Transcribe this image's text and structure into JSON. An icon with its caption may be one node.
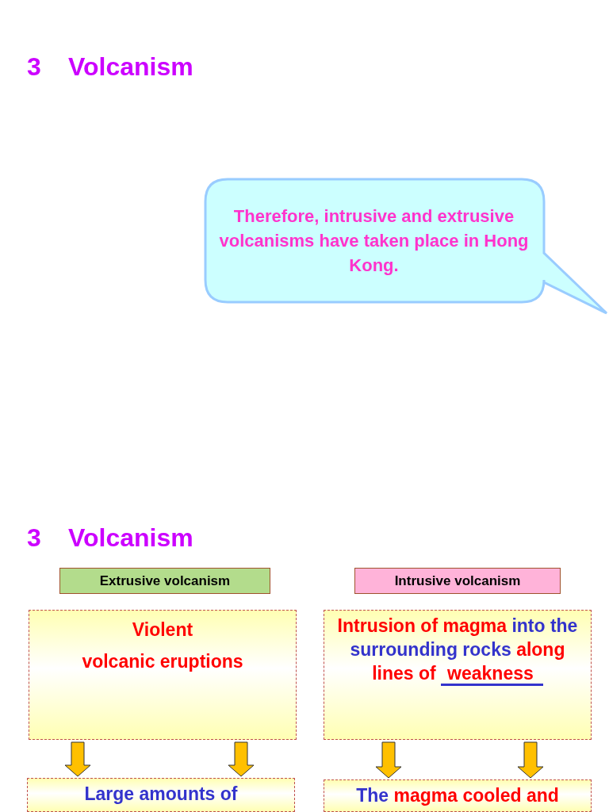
{
  "diagram": {
    "nodes": [
      {
        "text": [
          "Therefore, intrusive and extrusive volcanisms have taken place in Hong Kong."
        ]
      },
      {
        "text": [
          "Extrusive volcanism"
        ]
      },
      {
        "text": [
          "Intrusive volcanism"
        ]
      },
      {
        "text": [
          "Violent",
          "volcanic eruptions"
        ]
      },
      {
        "text": [
          "Intrusion of magma",
          "into the surrounding rocks",
          "along lines of",
          "weakness"
        ]
      },
      {
        "text": [
          "Large amounts of"
        ]
      },
      {
        "text": [
          "The",
          "magma cooled and"
        ]
      }
    ],
    "edges": [
      {
        "from": 3,
        "to": 5,
        "arrow": "to"
      },
      {
        "from": 3,
        "to": 5,
        "arrow": "to"
      },
      {
        "from": 4,
        "to": 6,
        "arrow": "to"
      },
      {
        "from": 4,
        "to": 6,
        "arrow": "to"
      }
    ],
    "labels": [
      "3",
      "Volcanism",
      "3",
      "Volcanism"
    ]
  }
}
